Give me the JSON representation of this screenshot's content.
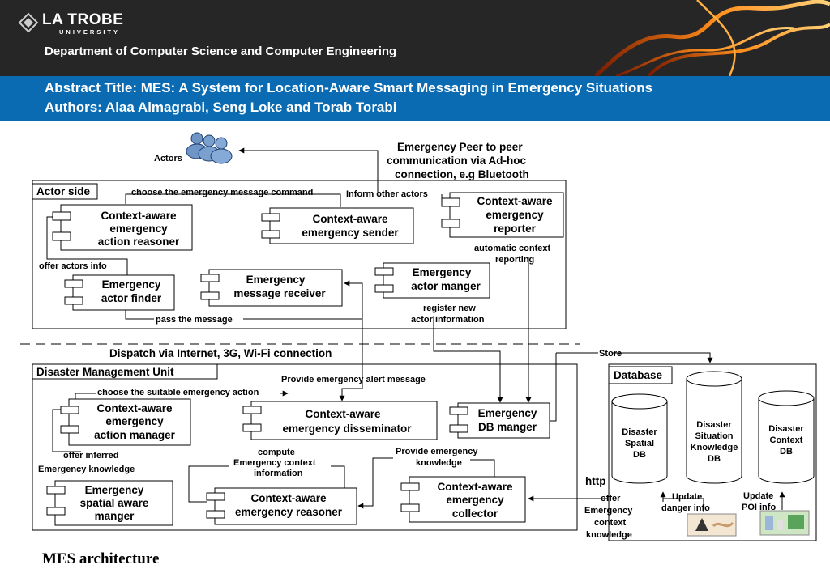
{
  "header": {
    "logo_name": "LA TROBE",
    "logo_sub": "UNIVERSITY",
    "department": "Department of Computer Science and Computer Engineering"
  },
  "band": {
    "title": "Abstract Title: MES: A System for Location-Aware Smart Messaging in Emergency Situations",
    "authors": "Authors: Alaa Almagrabi, Seng Loke and Torab Torabi"
  },
  "diagram": {
    "actors": "Actors",
    "peer_comm": [
      "Emergency Peer to peer",
      "communication via  Ad-hoc",
      "connection, e.g Bluetooth"
    ],
    "actor_side": {
      "title": "Actor side",
      "choose_cmd": "choose the emergency message command",
      "inform": "Inform other actors",
      "reasoner": [
        "Context-aware",
        "emergency",
        "action reasoner"
      ],
      "sender": [
        "Context-aware",
        "emergency sender"
      ],
      "reporter": [
        "Context-aware",
        "emergency",
        "reporter"
      ],
      "auto_report": [
        "automatic context",
        "reporting"
      ],
      "offer_info": "offer actors info",
      "finder": [
        "Emergency",
        "actor finder"
      ],
      "receiver": [
        "Emergency",
        "message receiver"
      ],
      "manager": [
        "Emergency",
        "actor manger"
      ],
      "pass": "pass the message",
      "register": [
        "register new",
        "actor information"
      ]
    },
    "dispatch": "Dispatch via Internet, 3G, Wi-Fi connection",
    "store": "Store",
    "dmu": {
      "title": "Disaster Management Unit",
      "provide_alert": "Provide emergency alert message",
      "choose_action": "choose the suitable emergency action",
      "action_manager": [
        "Context-aware",
        "emergency",
        "action manager"
      ],
      "disseminator": [
        "Context-aware",
        "emergency disseminator"
      ],
      "db_manager": [
        "Emergency",
        "DB manger"
      ],
      "offer_inferred": [
        "offer inferred",
        "Emergency knowledge"
      ],
      "compute": [
        "compute",
        "Emergency context",
        "information"
      ],
      "provide_knowledge": [
        "Provide emergency",
        "knowledge"
      ],
      "spatial": [
        "Emergency",
        "spatial aware",
        "manger"
      ],
      "ctx_reasoner": [
        "Context-aware",
        "emergency reasoner"
      ],
      "collector": [
        "Context-aware",
        "emergency",
        "collector"
      ]
    },
    "database": {
      "title": "Database",
      "spatial_db": [
        "Disaster",
        "Spatial",
        "DB"
      ],
      "situation_db": [
        "Disaster",
        "Situation",
        "Knowledge",
        "DB"
      ],
      "context_db": [
        "Disaster",
        "Context",
        "DB"
      ]
    },
    "http": "http",
    "offer_ctx": [
      "offer",
      "Emergency",
      "context",
      "knowledge"
    ],
    "update_danger": [
      "Update",
      "danger info"
    ],
    "update_poi": [
      "Update",
      "POI info"
    ]
  },
  "caption": "MES architecture",
  "colors": {
    "header_bg": "#262626",
    "band_bg": "#0a6bb3",
    "accent_orange": "#f7941d"
  }
}
